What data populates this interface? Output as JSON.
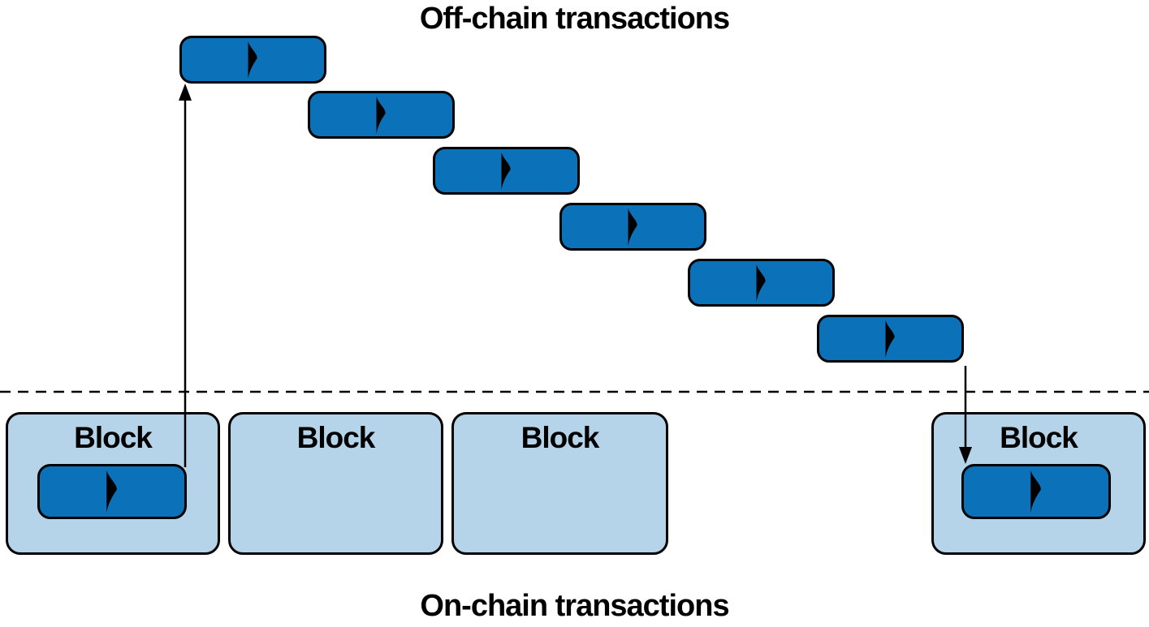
{
  "labels": {
    "off_chain": "Off-chain transactions",
    "on_chain": "On-chain transactions"
  },
  "off_chain_transactions": {
    "count": 6,
    "description_icon": "transaction-marker-icon"
  },
  "blocks": [
    {
      "label": "Block",
      "contains_transaction": true
    },
    {
      "label": "Block",
      "contains_transaction": false
    },
    {
      "label": "Block",
      "contains_transaction": false
    },
    {
      "label": "Block",
      "contains_transaction": true
    }
  ],
  "arrows": [
    {
      "name": "commit-to-off-chain-arrow",
      "direction": "up"
    },
    {
      "name": "settle-to-on-chain-arrow",
      "direction": "down"
    }
  ],
  "boundary": {
    "style": "dashed",
    "orientation": "horizontal"
  },
  "colors": {
    "transaction_fill": "#0b71b8",
    "block_fill": "#b5d4ea",
    "outline": "#000000",
    "arrow": "#000000",
    "text": "#000000"
  }
}
